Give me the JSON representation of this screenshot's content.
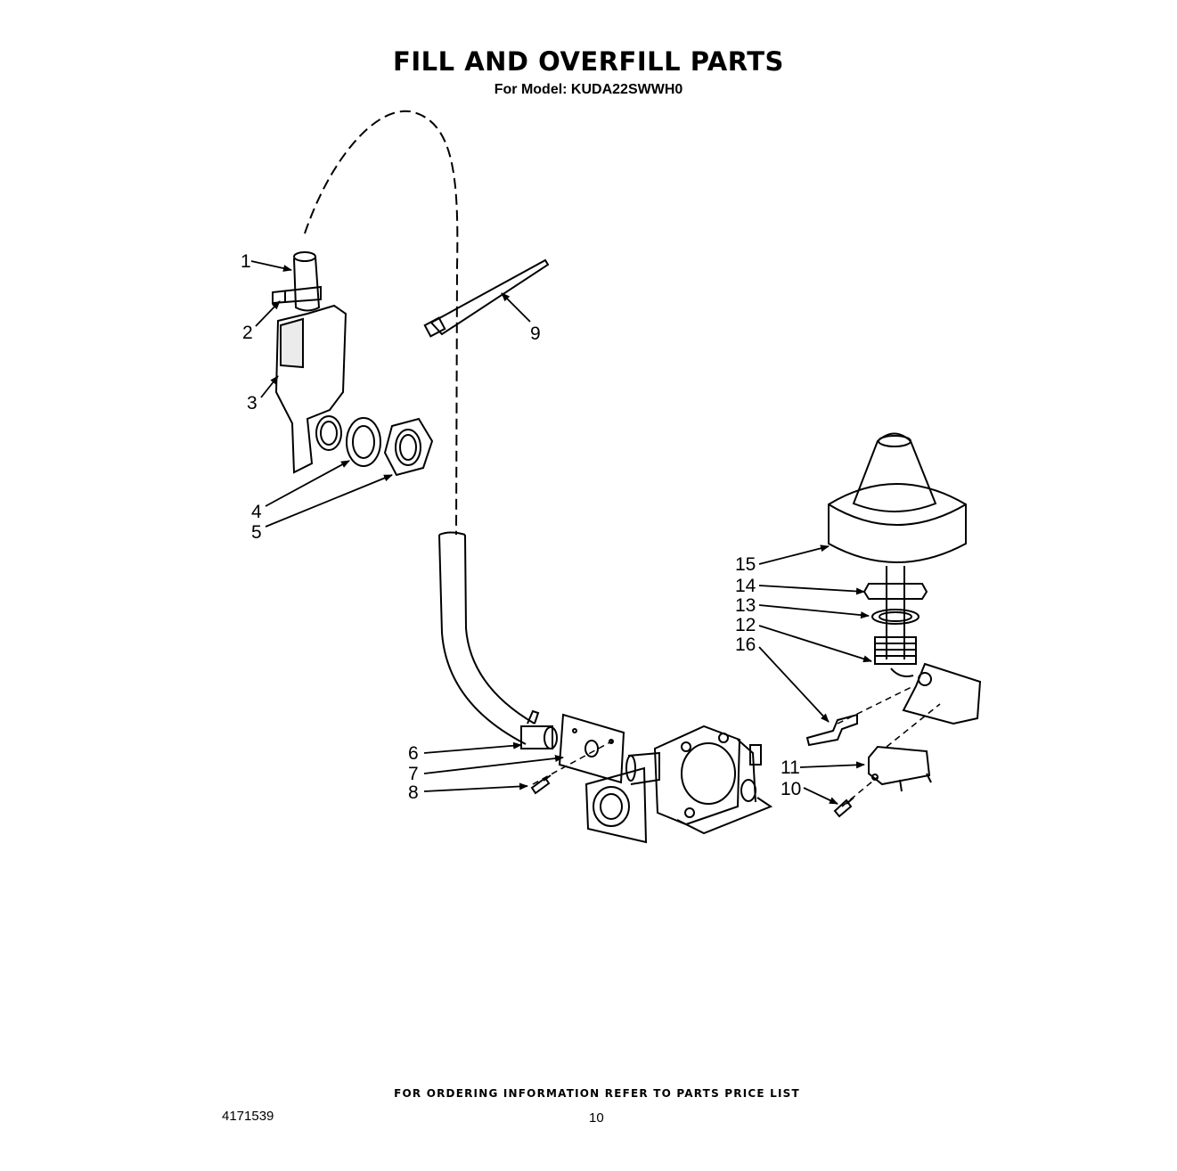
{
  "header": {
    "title": "FILL AND OVERFILL PARTS",
    "model_line": "For Model: KUDA22SWWH0"
  },
  "callouts": {
    "c1": "1",
    "c2": "2",
    "c3": "3",
    "c4": "4",
    "c5": "5",
    "c6": "6",
    "c7": "7",
    "c8": "8",
    "c9": "9",
    "c10": "10",
    "c11": "11",
    "c12": "12",
    "c13": "13",
    "c14": "14",
    "c15": "15",
    "c16": "16"
  },
  "footer": {
    "ordering_note": "FOR ORDERING INFORMATION REFER TO PARTS PRICE LIST",
    "doc_number": "4171539",
    "page_number": "10"
  }
}
